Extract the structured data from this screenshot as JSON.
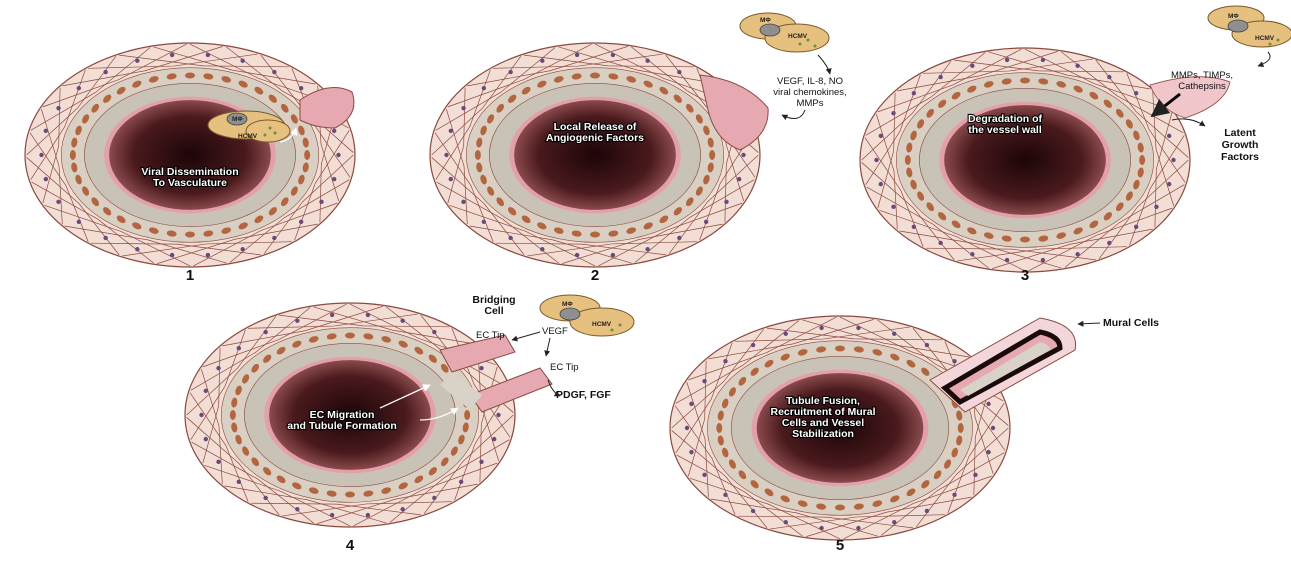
{
  "panels": [
    {
      "number": "1",
      "label_lines": [
        "Viral Dissemination",
        "To Vasculature"
      ]
    },
    {
      "number": "2",
      "label_lines": [
        "Local Release of",
        "Angiogenic Factors"
      ]
    },
    {
      "number": "3",
      "label_lines": [
        "Degradation of",
        "the vessel wall"
      ]
    },
    {
      "number": "4",
      "label_lines": [
        "EC Migration",
        "and Tubule Formation"
      ]
    },
    {
      "number": "5",
      "label_lines": [
        "Tubule Fusion,",
        "Recruitment of Mural",
        "Cells and Vessel",
        "Stabilization"
      ]
    }
  ],
  "infected_cell": {
    "top": "MΦ",
    "bottom": "HCMV"
  },
  "annotations": {
    "p2_factors": [
      "VEGF, IL-8, NO",
      "viral chemokines,",
      "MMPs"
    ],
    "p3_factors": [
      "MMPs, TIMPs,",
      "Cathepsins"
    ],
    "p3_growth": [
      "Latent",
      "Growth",
      "Factors"
    ],
    "p4_bridging": [
      "Bridging",
      "Cell"
    ],
    "p4_ec_tip_1": "EC Tip",
    "p4_vegf": "VEGF",
    "p4_ec_tip_2": "EC Tip",
    "p4_pdgf": "PDGF, FGF",
    "p5_mural": "Mural Cells"
  },
  "colors": {
    "lumen_center": "#1c0508",
    "lumen_edge": "#8a4a4c",
    "intima": "#c9c2b6",
    "smc": "#b3653f",
    "adventitia": "#f3ded5",
    "mesh": "#8b4a3f",
    "endothelial": "#e3a0aa",
    "macrophage": "#e6c07e"
  }
}
